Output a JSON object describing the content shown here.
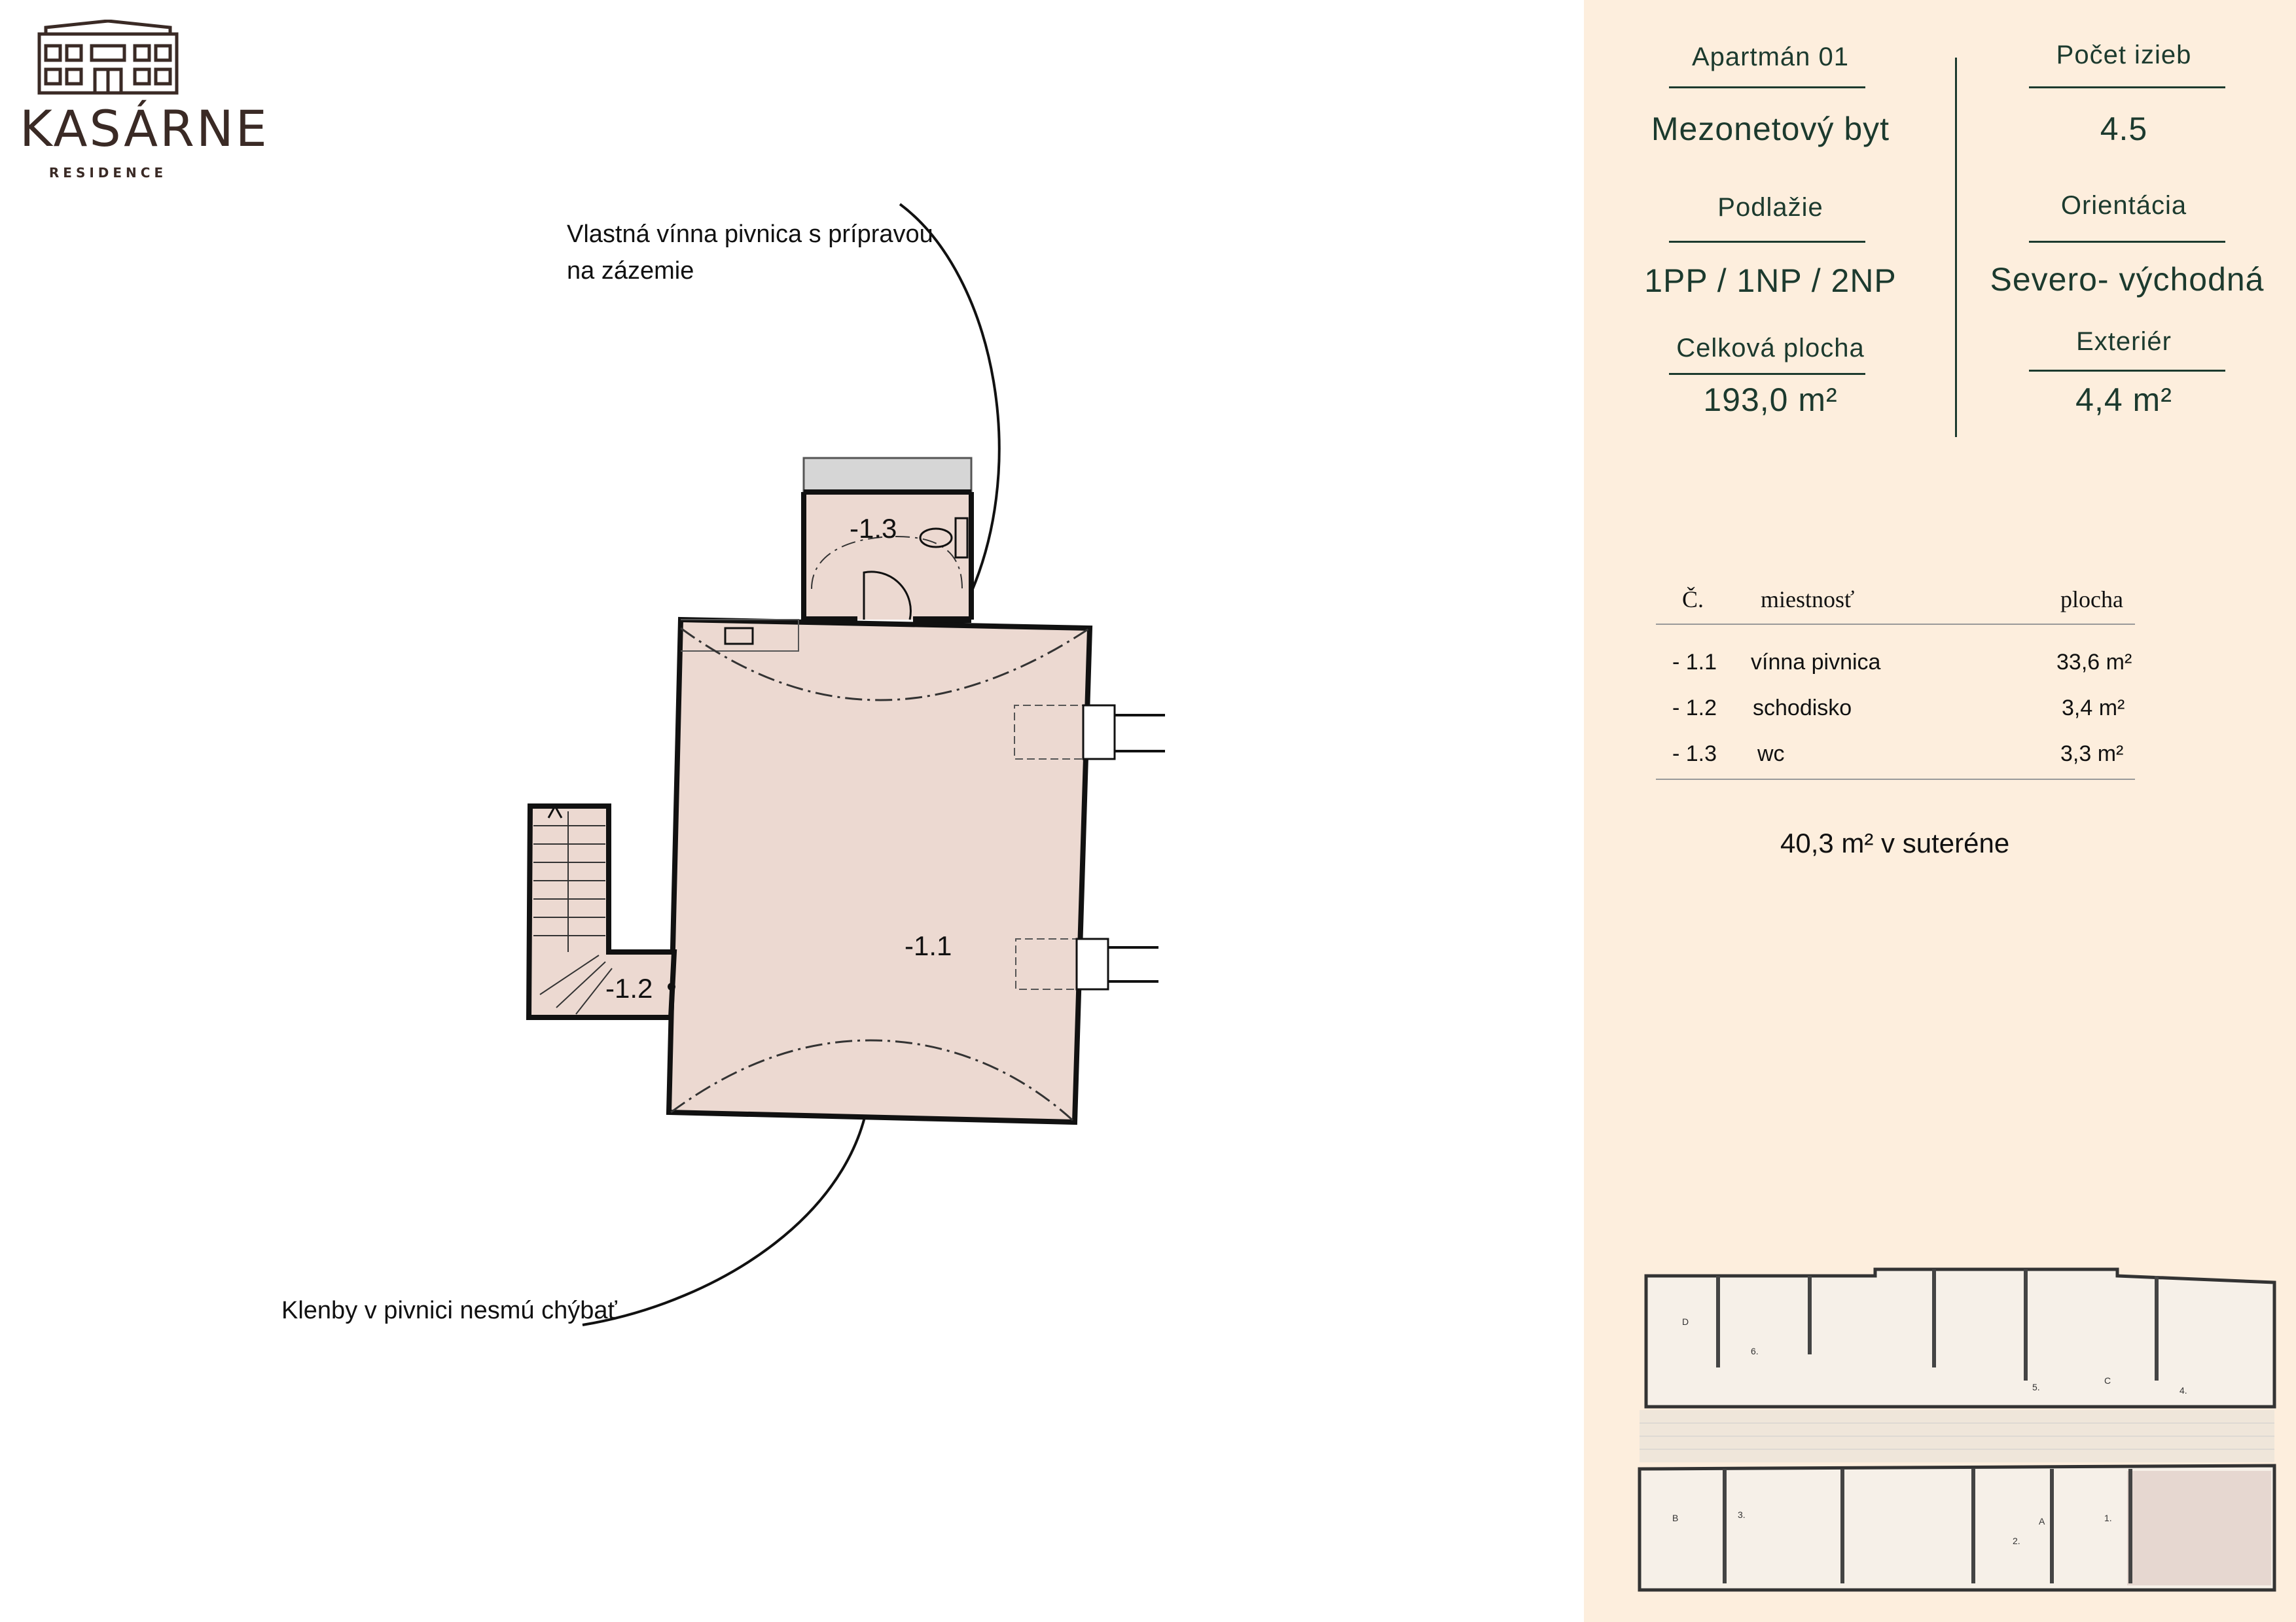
{
  "logo": {
    "name": "KASÁRNE",
    "sub": "RESIDENCE"
  },
  "plan": {
    "note_top_line1": "Vlastná vínna pivnica s prípravou",
    "note_top_line2": "na zázemie",
    "note_bottom": "Klenby v pivnici nesmú chýbať",
    "room_labels": [
      "-1.3",
      "-1.1",
      "-1.2"
    ]
  },
  "info": {
    "apartment": "Apartmán 01",
    "type": "Mezonetový byt",
    "floor_label": "Podlažie",
    "floor_value": "1PP / 1NP / 2NP",
    "area_label": "Celková plocha",
    "area_value": "193,0 m²",
    "rooms_label": "Počet izieb",
    "rooms_value": "4.5",
    "orientation_label": "Orientácia",
    "orientation_value": "Severo- východná",
    "exterior_label": "Exteriér",
    "exterior_value": "4,4 m²"
  },
  "table": {
    "headers": [
      "Č.",
      "miestnosť",
      "plocha"
    ],
    "rows": [
      {
        "num": "- 1.1",
        "room": "vínna pivnica",
        "area": "33,6 m²"
      },
      {
        "num": "- 1.2",
        "room": "schodisko",
        "area": "3,4 m²"
      },
      {
        "num": "- 1.3",
        "room": "wc",
        "area": "3,3 m²"
      }
    ],
    "total": "40,3 m²  v suteréne"
  },
  "keyplan": {
    "labels": [
      "D",
      "6.",
      "5.",
      "C",
      "4.",
      "B",
      "3.",
      "2.",
      "A",
      "1."
    ]
  },
  "colors": {
    "panel_bg": "#fdeedd",
    "accent_green": "#1c3a2e",
    "room_fill": "#ecd9d1",
    "logo_brown": "#3a2a25"
  }
}
